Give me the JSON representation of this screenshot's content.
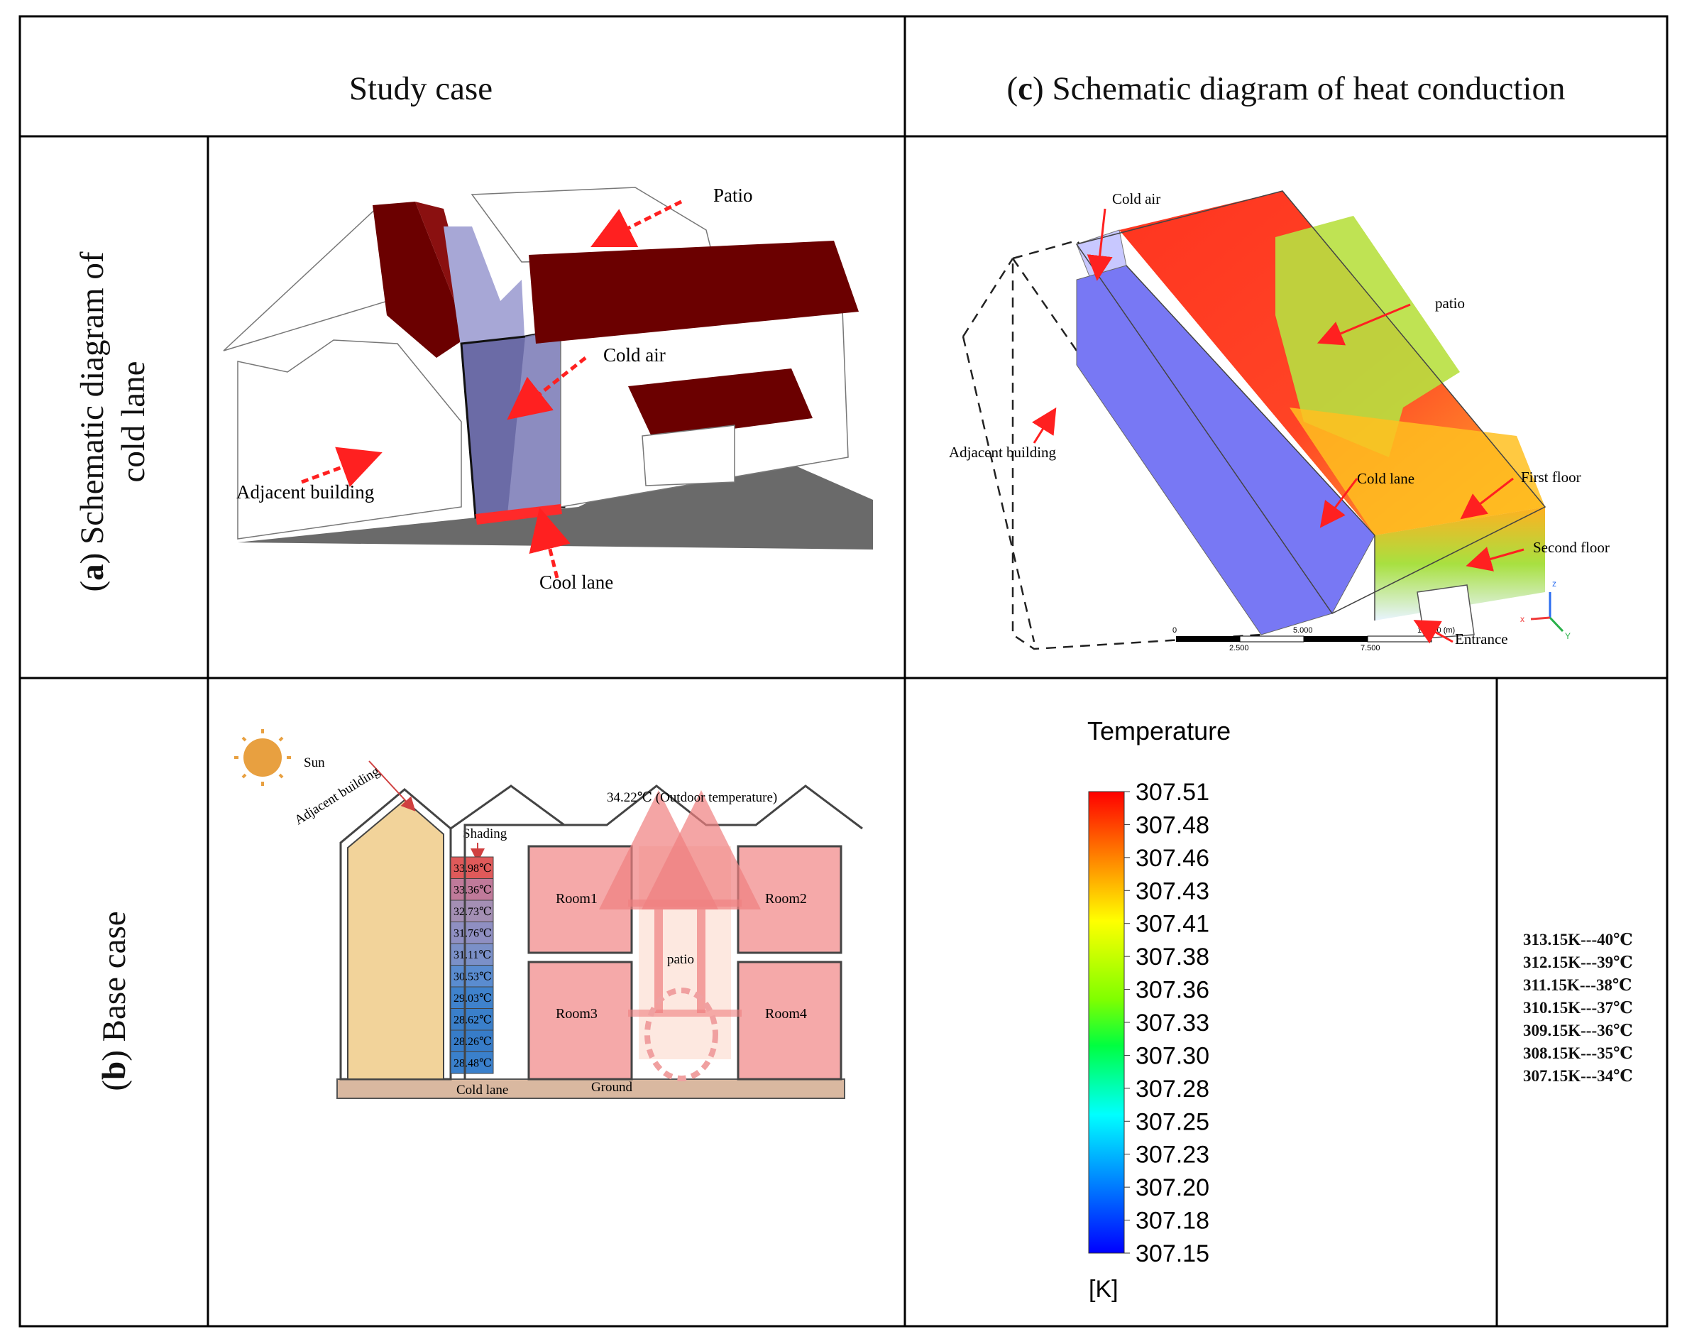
{
  "headers": {
    "study_case": "Study case",
    "schematic_heat_letter": "c",
    "schematic_heat_rest": "Schematic diagram of heat conduction"
  },
  "row_labels": {
    "a_letter": "a",
    "a_line1_rest": "Schematic diagram of",
    "a_line2": "cold lane",
    "b_letter": "b",
    "b_rest": "Base case"
  },
  "panel_a": {
    "labels": {
      "patio": "Patio",
      "cold_air": "Cold air",
      "adjacent_building": "Adjacent building",
      "cool_lane": "Cool lane"
    },
    "colors": {
      "roof": "#6b0000",
      "lane": "#6b6ba6",
      "lane_light": "#a7a7d6",
      "cool_lane_strip": "#ff2a2a",
      "ground": "#6a6a6a"
    }
  },
  "panel_c": {
    "labels": {
      "cold_air": "Cold air",
      "patio": "patio",
      "adjacent_building": "Adjacent building",
      "cold_lane": "Cold lane",
      "first_floor": "First floor",
      "second_floor": "Second floor",
      "entrance": "Entrance"
    },
    "scale": {
      "t0": "0",
      "t1": "5.000",
      "t2": "10.000 (m)",
      "t3": "2.500",
      "t4": "7.500"
    },
    "axes": {
      "x": "x",
      "y": "Y",
      "z": "z"
    }
  },
  "panel_b": {
    "labels": {
      "sun": "Sun",
      "adjacent_building": "Adjacent building",
      "shading": "Shading",
      "outdoor": "34.22℃ (Outdoor temperature)",
      "room1": "Room1",
      "room2": "Room2",
      "room3": "Room3",
      "room4": "Room4",
      "patio": "patio",
      "cold_lane": "Cold lane",
      "ground": "Ground"
    },
    "lane_temps": [
      "33.98℃",
      "33.36℃",
      "32.73℃",
      "31.76℃",
      "31.11℃",
      "30.53℃",
      "29.03℃",
      "28.62℃",
      "28.26℃",
      "28.48℃"
    ],
    "lane_colors": [
      "#e05a5a",
      "#c07a9a",
      "#a48fb4",
      "#8f8fc2",
      "#7b90c8",
      "#5a8cd0",
      "#3f82cc",
      "#3a7fca",
      "#377cc8",
      "#3a80cc"
    ]
  },
  "colorbar": {
    "title": "Temperature",
    "ticks": [
      "307.51",
      "307.48",
      "307.46",
      "307.43",
      "307.41",
      "307.38",
      "307.36",
      "307.33",
      "307.30",
      "307.28",
      "307.25",
      "307.23",
      "307.20",
      "307.18",
      "307.15"
    ],
    "unit": "[K]"
  },
  "conversion_list": [
    "313.15K---40℃",
    "312.15K---39℃",
    "311.15K---38℃",
    "310.15K---37℃",
    "309.15K---36℃",
    "308.15K---35℃",
    "307.15K---34℃"
  ]
}
